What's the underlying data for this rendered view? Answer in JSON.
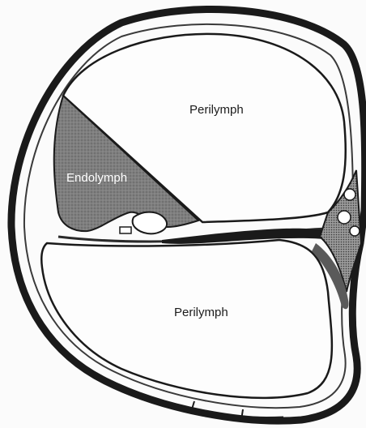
{
  "labels": {
    "upper_region": "Perilymph",
    "duct_region": "Endolymph",
    "lower_region": "Perilymph"
  },
  "colors": {
    "line": "#1a1a1a",
    "duct_fill": "#7c7c7c",
    "paper": "#fbfbfb"
  }
}
